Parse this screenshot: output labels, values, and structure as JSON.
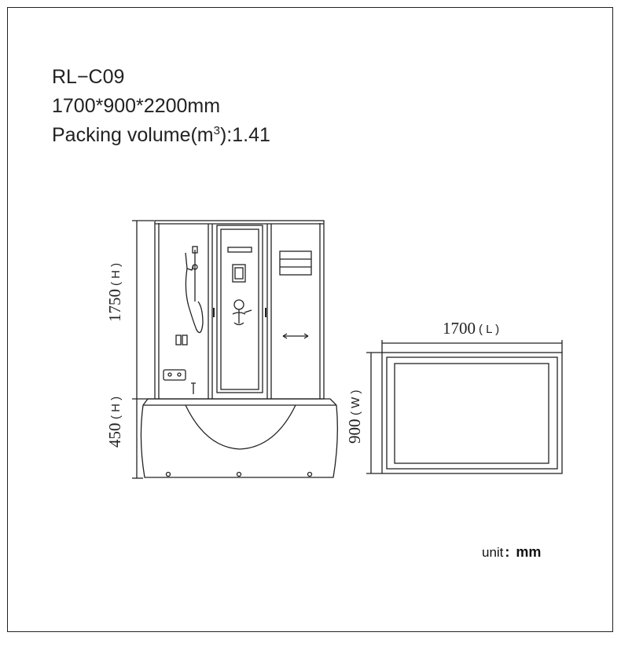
{
  "model": "RL−C09",
  "size": "1700*900*2200mm",
  "packing": {
    "label": "Packing volume(m",
    "exponent": "3",
    "suffix": "):1.41"
  },
  "dimensions": {
    "upper_height": {
      "value": "1750",
      "unit": "( H )"
    },
    "base_height": {
      "value": "450",
      "unit": "( H )"
    },
    "length": {
      "value": "1700",
      "unit": "( L )"
    },
    "width": {
      "value": "900",
      "unit": "( W )"
    }
  },
  "unit_note": {
    "label": "unit",
    "colon": ":",
    "value": "mm"
  },
  "colors": {
    "line": "#222222",
    "background": "#ffffff"
  }
}
